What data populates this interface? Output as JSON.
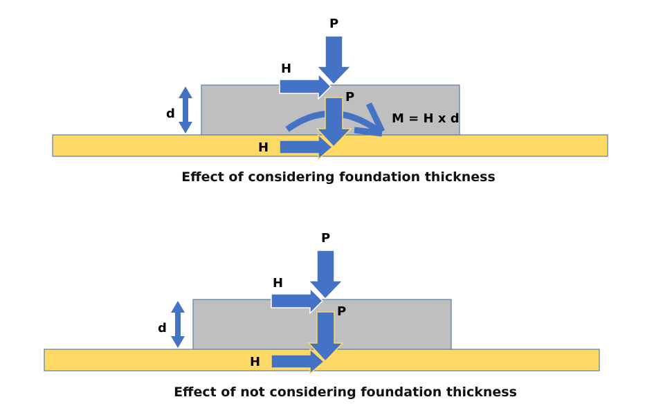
{
  "colors": {
    "arrow": "#4472C4",
    "foundation": "#BFBFBF",
    "ground": "#FFD966",
    "outline": "#5B7BA8",
    "text": "#000000"
  },
  "diagrams": [
    {
      "id": "with-thickness",
      "caption": "Effect of considering foundation thickness",
      "labels": {
        "load_top": "P",
        "shear_top": "H",
        "load_base": "P",
        "shear_base": "H",
        "depth": "d",
        "moment": "M = H x d"
      },
      "has_moment": true
    },
    {
      "id": "without-thickness",
      "caption": "Effect of not considering foundation thickness",
      "labels": {
        "load_top": "P",
        "shear_top": "H",
        "load_base": "P",
        "shear_base": "H",
        "depth": "d"
      },
      "has_moment": false
    }
  ]
}
